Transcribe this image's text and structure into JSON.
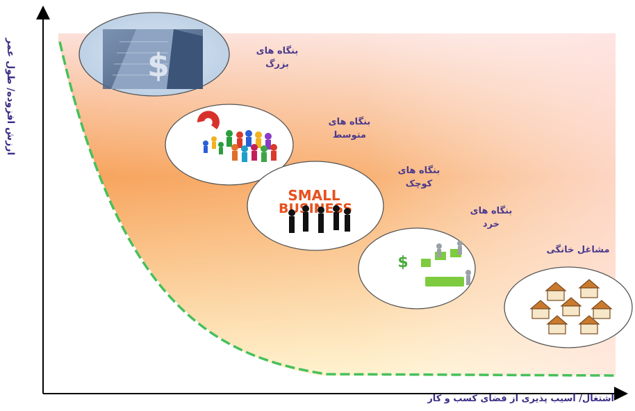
{
  "diagram": {
    "y_axis_title": "ارزش افزوده/ طول عمر",
    "x_axis_title": "اشتغال/ آسیب پذیری از فضای کسب و کار",
    "colors": {
      "label_text": "#4b3a8c",
      "axis_title": "#3d2e86",
      "dashed_curve": "#46c05a",
      "gradient_orange": "#f7a35b",
      "gradient_pink": "#fbe3e0",
      "gradient_cream": "#fff2c9"
    },
    "stages": [
      {
        "label_line1": "بنگاه های",
        "label_line2": "بزرگ",
        "image": "skyscraper-dollar-photo"
      },
      {
        "label_line1": "بنگاه های",
        "label_line2": "متوسط",
        "image": "magnet-attracting-people-photo"
      },
      {
        "label_line1": "بنگاه های",
        "label_line2": "کوچک",
        "image": "small-business-people-photo",
        "image_text_line1": "SMALL",
        "image_text_line2": "BUSINESS"
      },
      {
        "label_line1": "بنگاه های",
        "label_line2": "خرد",
        "image": "puzzle-people-dollar-photo"
      },
      {
        "label_line1": "مشاغل خانگی",
        "label_line2": "",
        "image": "houses-network-photo"
      }
    ]
  }
}
